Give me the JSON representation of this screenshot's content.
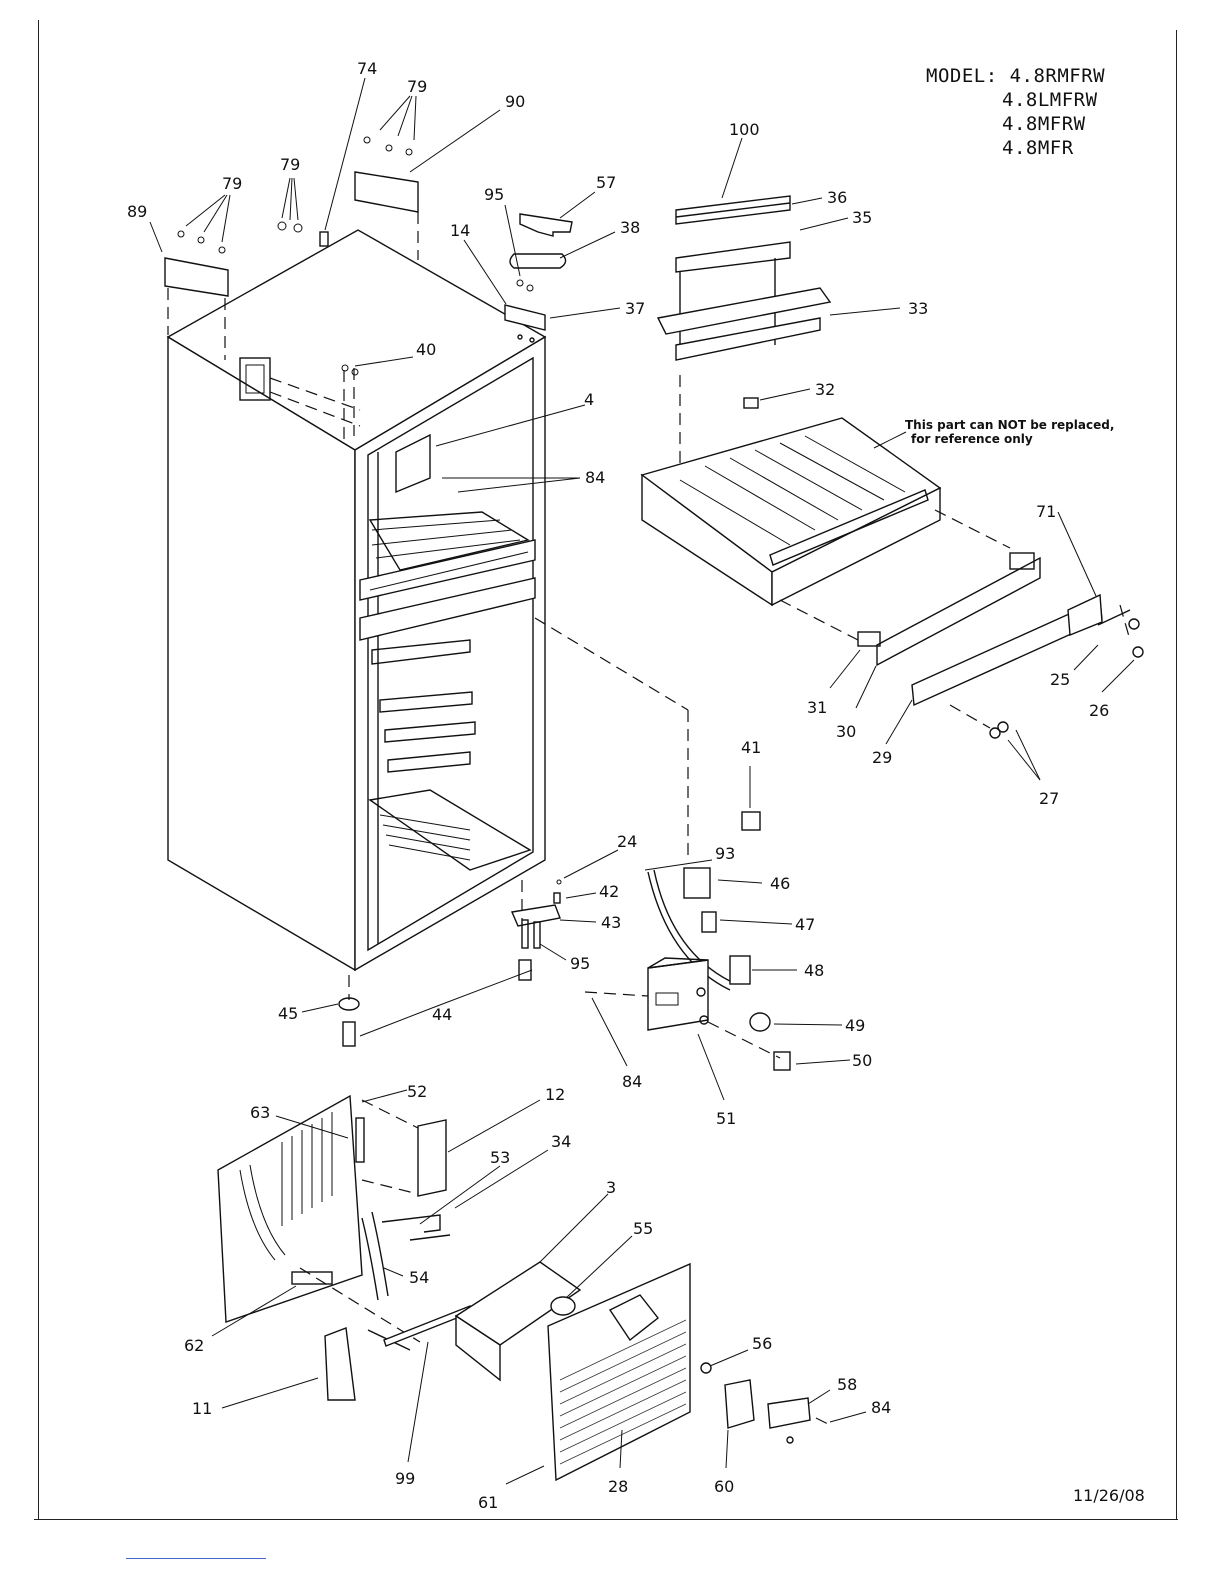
{
  "model": {
    "label": "MODEL:",
    "numbers": [
      "4.8RMFRW",
      "4.8LMFRW",
      "4.8MFRW",
      "4.8MFR"
    ]
  },
  "note": {
    "line1": "This part can NOT be replaced,",
    "line2": "for reference only"
  },
  "date": "11/26/08",
  "callouts": [
    {
      "id": "c74",
      "text": "74"
    },
    {
      "id": "c79a",
      "text": "79"
    },
    {
      "id": "c90",
      "text": "90"
    },
    {
      "id": "c79b",
      "text": "79"
    },
    {
      "id": "c79c",
      "text": "79"
    },
    {
      "id": "c89",
      "text": "89"
    },
    {
      "id": "c95a",
      "text": "95"
    },
    {
      "id": "c57",
      "text": "57"
    },
    {
      "id": "c14",
      "text": "14"
    },
    {
      "id": "c38",
      "text": "38"
    },
    {
      "id": "c37",
      "text": "37"
    },
    {
      "id": "c100",
      "text": "100"
    },
    {
      "id": "c36",
      "text": "36"
    },
    {
      "id": "c35",
      "text": "35"
    },
    {
      "id": "c33",
      "text": "33"
    },
    {
      "id": "c40",
      "text": "40"
    },
    {
      "id": "c4",
      "text": "4"
    },
    {
      "id": "c32",
      "text": "32"
    },
    {
      "id": "c84a",
      "text": "84"
    },
    {
      "id": "c71",
      "text": "71"
    },
    {
      "id": "c31",
      "text": "31"
    },
    {
      "id": "c30",
      "text": "30"
    },
    {
      "id": "c25",
      "text": "25"
    },
    {
      "id": "c26",
      "text": "26"
    },
    {
      "id": "c29",
      "text": "29"
    },
    {
      "id": "c27",
      "text": "27"
    },
    {
      "id": "c41",
      "text": "41"
    },
    {
      "id": "c24",
      "text": "24"
    },
    {
      "id": "c93",
      "text": "93"
    },
    {
      "id": "c46",
      "text": "46"
    },
    {
      "id": "c42",
      "text": "42"
    },
    {
      "id": "c43",
      "text": "43"
    },
    {
      "id": "c47",
      "text": "47"
    },
    {
      "id": "c95b",
      "text": "95"
    },
    {
      "id": "c48",
      "text": "48"
    },
    {
      "id": "c45",
      "text": "45"
    },
    {
      "id": "c44",
      "text": "44"
    },
    {
      "id": "c49",
      "text": "49"
    },
    {
      "id": "c50",
      "text": "50"
    },
    {
      "id": "c84b",
      "text": "84"
    },
    {
      "id": "c51",
      "text": "51"
    },
    {
      "id": "c52",
      "text": "52"
    },
    {
      "id": "c12",
      "text": "12"
    },
    {
      "id": "c63",
      "text": "63"
    },
    {
      "id": "c53",
      "text": "53"
    },
    {
      "id": "c34",
      "text": "34"
    },
    {
      "id": "c3",
      "text": "3"
    },
    {
      "id": "c55",
      "text": "55"
    },
    {
      "id": "c54",
      "text": "54"
    },
    {
      "id": "c62",
      "text": "62"
    },
    {
      "id": "c56",
      "text": "56"
    },
    {
      "id": "c58",
      "text": "58"
    },
    {
      "id": "c84c",
      "text": "84"
    },
    {
      "id": "c11",
      "text": "11"
    },
    {
      "id": "c99",
      "text": "99"
    },
    {
      "id": "c61",
      "text": "61"
    },
    {
      "id": "c28",
      "text": "28"
    },
    {
      "id": "c60",
      "text": "60"
    }
  ]
}
